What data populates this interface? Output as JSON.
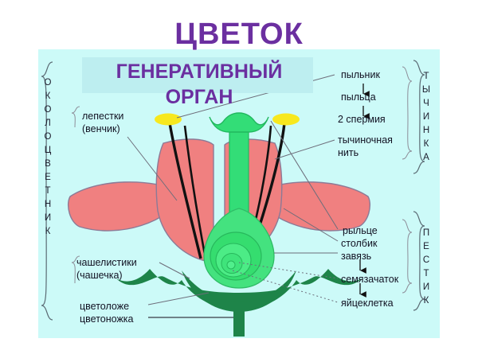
{
  "title": "ЦВЕТОК",
  "subtitle_line1": "ГЕНЕРАТИВНЫЙ",
  "subtitle_line2": "ОРГАН",
  "colors": {
    "panel_bg": "#ccfaf8",
    "title_text": "#6b2fa0",
    "subtitle_band": "#bdeef0",
    "petal": "#f08080",
    "petal_stroke": "#8c7a96",
    "pistil_green": "#33dd77",
    "ovary_green": "#44e27f",
    "sepal_green": "#1e8449",
    "anther_yellow": "#f7e81e",
    "filament": "#111111",
    "leader_line": "#6d6d7a"
  },
  "vertical_labels": {
    "perianth": "ОКОЛОЦВЕТНИК",
    "stamen": "ТЫЧИНКА",
    "pistil": "ПЕСТИК"
  },
  "left_notes": {
    "petals_line1": "лепестки",
    "petals_line2": "(венчик)",
    "sepals_line1": "чашелистики",
    "sepals_line2": "(чашечка)",
    "receptacle": "цветоложе",
    "pedicel": "цветоножка"
  },
  "stamen_notes": {
    "anther": "пыльник",
    "pollen": "пыльца",
    "sperm": "2 спермия",
    "filament_line1": "тычиночная",
    "filament_line2": "нить"
  },
  "pistil_notes": {
    "stigma": "рыльце",
    "style": "столбик",
    "ovary": "завязь",
    "ovule": "семязачаток",
    "egg_cell": "яйцеклетка"
  }
}
